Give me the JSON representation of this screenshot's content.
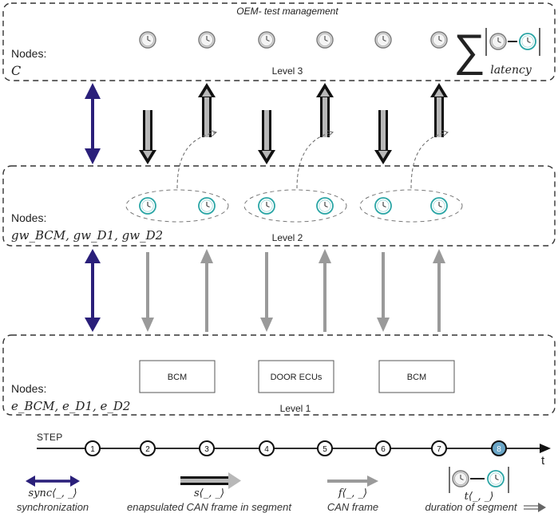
{
  "header": {
    "title": "OEM- test management"
  },
  "levels": [
    {
      "label": "Level 3",
      "nodes_label": "Nodes:",
      "nodes_value": "C"
    },
    {
      "label": "Level 2",
      "nodes_label": "Nodes:",
      "nodes_value": "gw_BCM, gw_D1, gw_D2"
    },
    {
      "label": "Level 1",
      "nodes_label": "Nodes:",
      "nodes_value": "e_BCM, e_D1, e_D2"
    }
  ],
  "summary": {
    "label": "latency"
  },
  "ecu_boxes": [
    "BCM",
    "DOOR ECUs",
    "BCM"
  ],
  "timeline": {
    "step_label": "Step",
    "axis_label": "t",
    "steps": [
      "1",
      "2",
      "3",
      "4",
      "5",
      "6",
      "7",
      "8"
    ],
    "highlight_step": "8"
  },
  "legend": [
    {
      "symbol": "sync⟨_, _⟩",
      "label": "synchronization"
    },
    {
      "symbol": "s⟨_, _⟩",
      "label": "enapsulated CAN frame in segment"
    },
    {
      "symbol": "f⟨_, _⟩",
      "label": "CAN frame"
    },
    {
      "symbol": "t⟨_, _⟩",
      "label": "duration of segment"
    }
  ],
  "colors": {
    "sync_arrow": "#2a1f7a",
    "can_arrow": "#9a9a9a",
    "clock_gray": "#8a8a8a",
    "clock_teal": "#2aa5a5",
    "highlight_step": "#6aa6c7",
    "dashed_border": "#333333"
  }
}
